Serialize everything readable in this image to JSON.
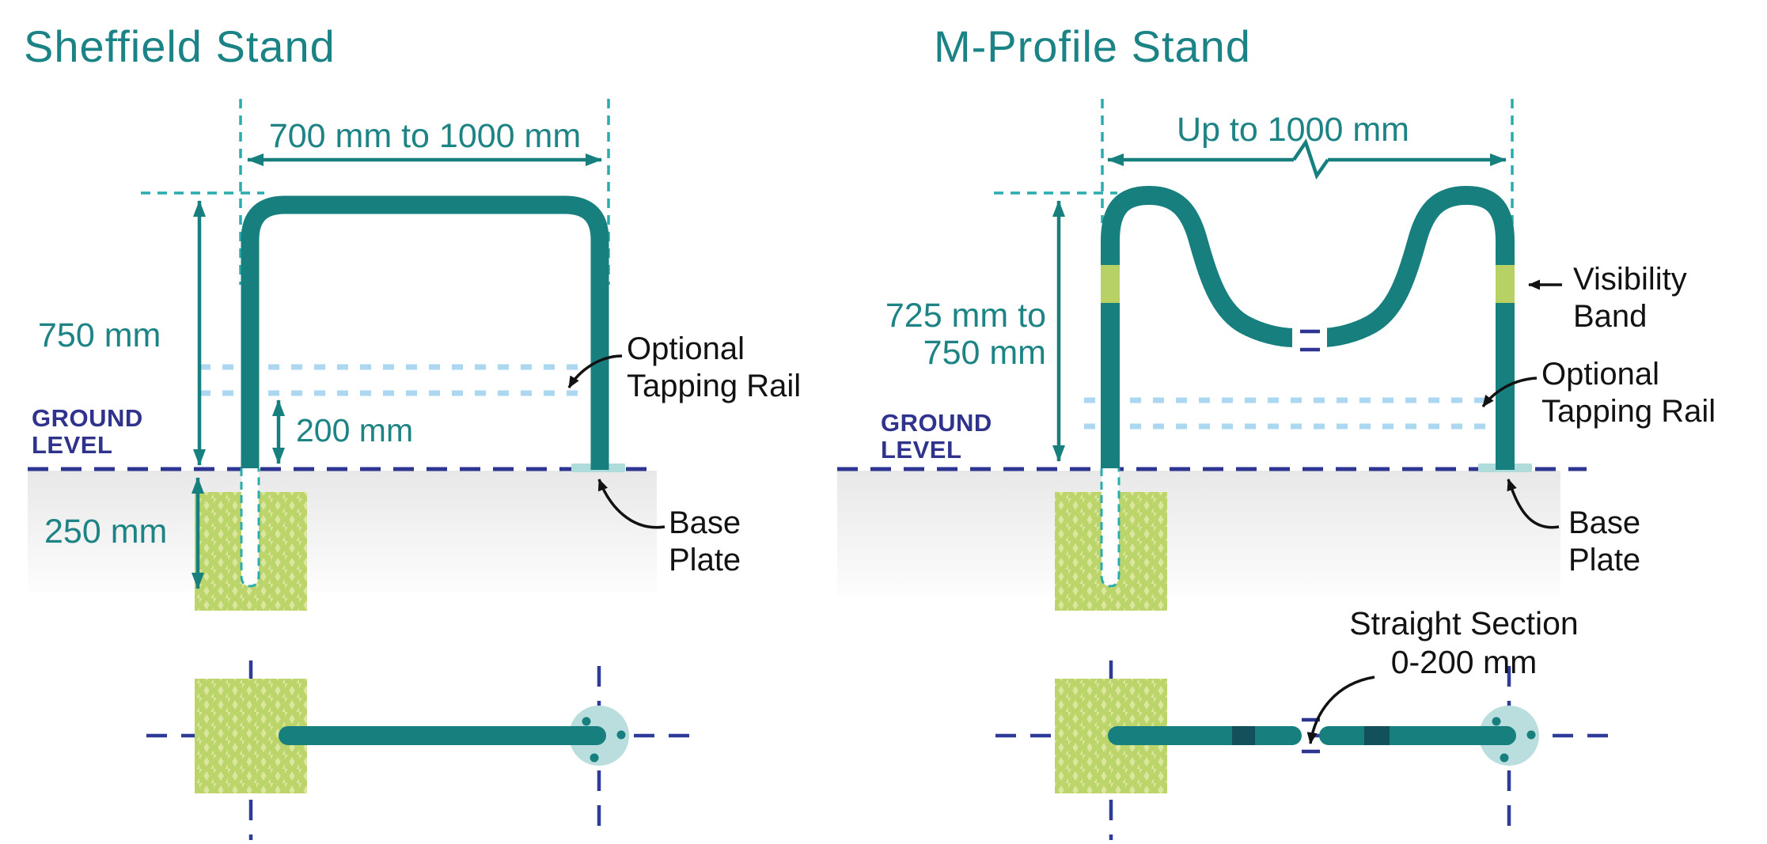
{
  "diagrams": {
    "sheffield": {
      "title": "Sheffield Stand",
      "width_dim": "700 mm to 1000 mm",
      "height_dim": "750 mm",
      "tapping_height_dim": "200 mm",
      "foundation_depth_dim": "250 mm",
      "ground_label": "GROUND\nLEVEL",
      "tapping_rail_label": "Optional\nTapping Rail",
      "base_plate_label": "Base\nPlate"
    },
    "m_profile": {
      "title": "M-Profile Stand",
      "width_dim": "Up to 1000 mm",
      "height_dim": "725 mm to\n750 mm",
      "ground_label": "GROUND\nLEVEL",
      "visibility_band_label": "Visibility\nBand",
      "tapping_rail_label": "Optional\nTapping Rail",
      "base_plate_label": "Base\nPlate",
      "straight_section_label": "Straight Section\n0-200 mm"
    }
  },
  "colors": {
    "teal_tube": "#17807F",
    "teal_text": "#1E8385",
    "cyan_construction": "#2AACAE",
    "navy": "#2E3590",
    "navy_text": "#2F338C",
    "light_blue_rail": "#ABD7F0",
    "visibility_band_green": "#B8D164",
    "foundation_green": "#BCD56A",
    "foundation_dot": "#DBE79F",
    "base_plate_teal": "#AFDBDB",
    "plan_plate_teal": "#B9DEDD",
    "plan_band_dark": "#12505B",
    "annotation_black": "#121212",
    "ground_gray": "#E8E8E8"
  }
}
